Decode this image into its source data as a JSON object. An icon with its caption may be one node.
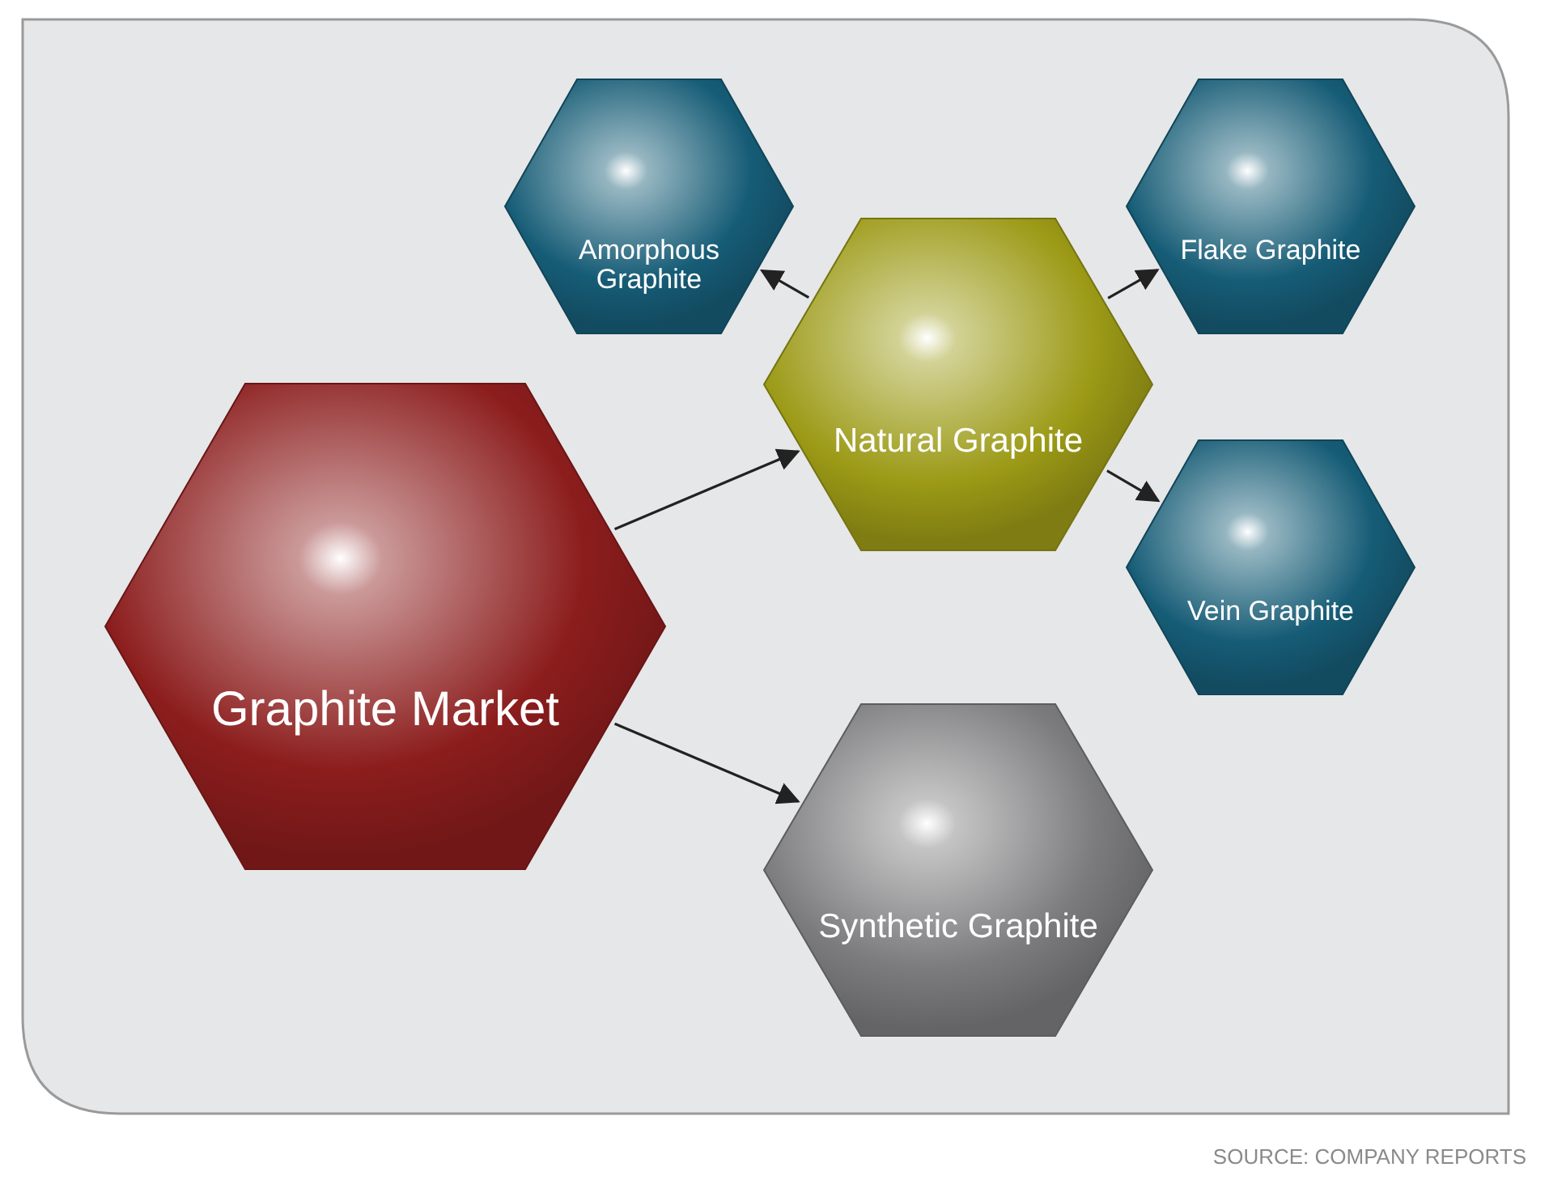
{
  "diagram": {
    "nodes": [
      {
        "text": [
          "Graphite Market"
        ]
      },
      {
        "text": [
          "Natural Graphite"
        ]
      },
      {
        "text": [
          "Synthetic Graphite"
        ]
      },
      {
        "text": [
          "Amorphous Graphite"
        ]
      },
      {
        "text": [
          "Flake Graphite"
        ]
      },
      {
        "text": [
          "Vein Graphite"
        ]
      }
    ],
    "edges": [
      {
        "from": 0,
        "to": 1,
        "arrow": "to"
      },
      {
        "from": 0,
        "to": 2,
        "arrow": "to"
      },
      {
        "from": 1,
        "to": 3,
        "arrow": "to"
      },
      {
        "from": 1,
        "to": 4,
        "arrow": "to"
      },
      {
        "from": 1,
        "to": 5,
        "arrow": "to"
      }
    ],
    "labels": [
      "SOURCE: COMPANY REPORTS"
    ]
  }
}
